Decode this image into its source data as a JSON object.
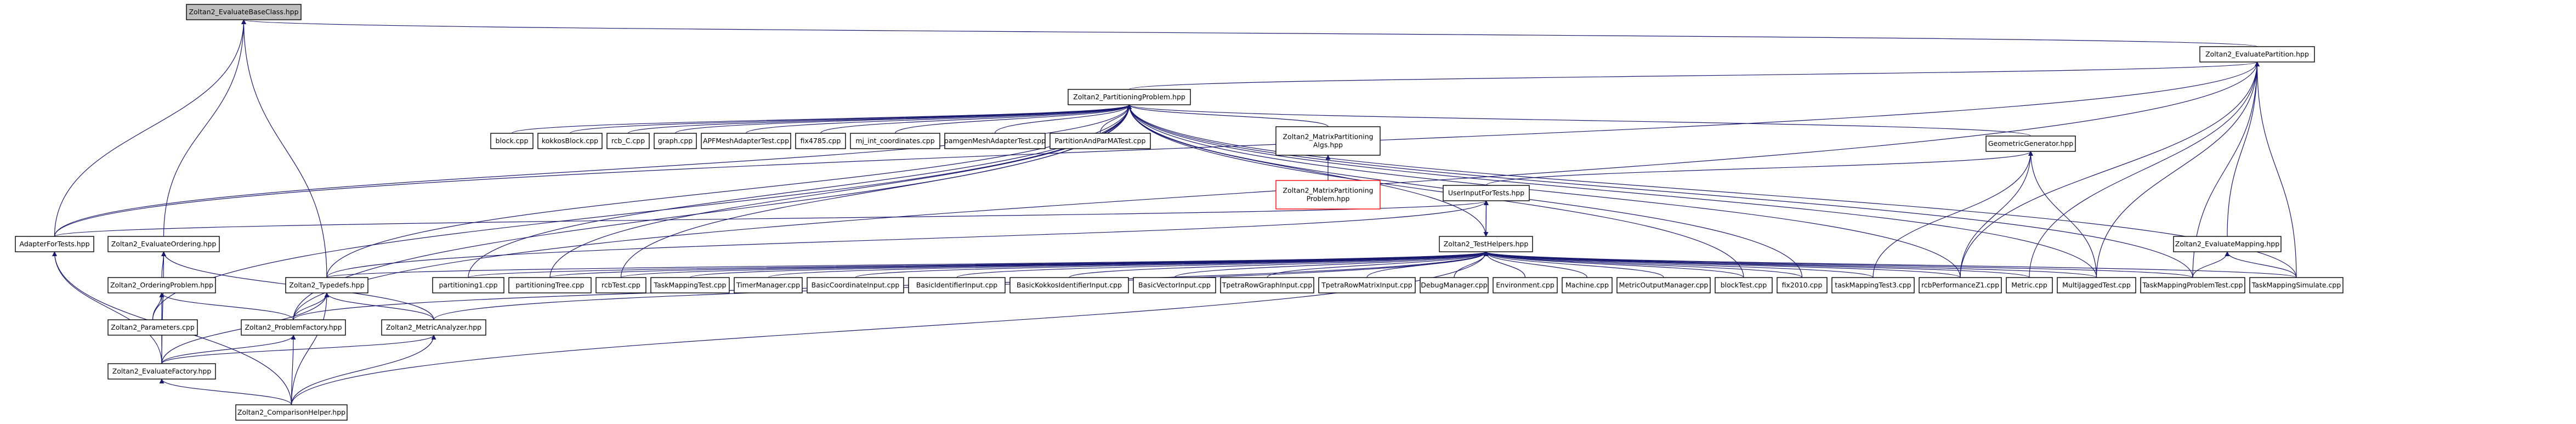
{
  "colors": {
    "edge": "#191970",
    "root_fill": "#bfbfbf",
    "node_fill": "#ffffff",
    "node_stroke": "#000000",
    "undocumented_stroke": "#ff0000"
  },
  "nodes": [
    {
      "id": "evalBase",
      "label": "Zoltan2_EvaluateBaseClass.hpp"
    },
    {
      "id": "evalPartition",
      "label": "Zoltan2_EvaluatePartition.hpp"
    },
    {
      "id": "partProblem",
      "label": "Zoltan2_PartitioningProblem.hpp"
    },
    {
      "id": "block",
      "label": "block.cpp"
    },
    {
      "id": "kokkosBlock",
      "label": "kokkosBlock.cpp"
    },
    {
      "id": "rcbC",
      "label": "rcb_C.cpp"
    },
    {
      "id": "graph",
      "label": "graph.cpp"
    },
    {
      "id": "apf",
      "label": "APFMeshAdapterTest.cpp"
    },
    {
      "id": "fix4785",
      "label": "fix4785.cpp"
    },
    {
      "id": "mjInt",
      "label": "mj_int_coordinates.cpp"
    },
    {
      "id": "pamgen",
      "label": "pamgenMeshAdapterTest.cpp"
    },
    {
      "id": "parma",
      "label": "PartitionAndParMATest.cpp"
    },
    {
      "id": "matrixAlgs",
      "label": "Zoltan2_MatrixPartitioning Algs.hpp",
      "lines": [
        "Zoltan2_MatrixPartitioning",
        "Algs.hpp"
      ]
    },
    {
      "id": "matrixProblem",
      "label": "Zoltan2_MatrixPartitioning Problem.hpp",
      "lines": [
        "Zoltan2_MatrixPartitioning",
        "Problem.hpp"
      ]
    },
    {
      "id": "geomGen",
      "label": "GeometricGenerator.hpp"
    },
    {
      "id": "userInput",
      "label": "UserInputForTests.hpp"
    },
    {
      "id": "testHelpers",
      "label": "Zoltan2_TestHelpers.hpp"
    },
    {
      "id": "adapterForTests",
      "label": "AdapterForTests.hpp"
    },
    {
      "id": "evalOrdering",
      "label": "Zoltan2_EvaluateOrdering.hpp"
    },
    {
      "id": "typedefs",
      "label": "Zoltan2_Typedefs.hpp"
    },
    {
      "id": "partitioning1",
      "label": "partitioning1.cpp"
    },
    {
      "id": "partitioningTree",
      "label": "partitioningTree.cpp"
    },
    {
      "id": "rcbTest",
      "label": "rcbTest.cpp"
    },
    {
      "id": "taskMappingTest",
      "label": "TaskMappingTest.cpp"
    },
    {
      "id": "timerManager",
      "label": "TimerManager.cpp"
    },
    {
      "id": "basicCoord",
      "label": "BasicCoordinateInput.cpp"
    },
    {
      "id": "basicIdent",
      "label": "BasicIdentifierInput.cpp"
    },
    {
      "id": "basicKokkosIdent",
      "label": "BasicKokkosIdentifierInput.cpp"
    },
    {
      "id": "basicVector",
      "label": "BasicVectorInput.cpp"
    },
    {
      "id": "tpetraGraph",
      "label": "TpetraRowGraphInput.cpp"
    },
    {
      "id": "tpetraMatrix",
      "label": "TpetraRowMatrixInput.cpp"
    },
    {
      "id": "debugManager",
      "label": "DebugManager.cpp"
    },
    {
      "id": "environment",
      "label": "Environment.cpp"
    },
    {
      "id": "machine",
      "label": "Machine.cpp"
    },
    {
      "id": "metricOutput",
      "label": "MetricOutputManager.cpp"
    },
    {
      "id": "blockTest",
      "label": "blockTest.cpp"
    },
    {
      "id": "fix2010",
      "label": "fix2010.cpp"
    },
    {
      "id": "taskMappingTest3",
      "label": "taskMappingTest3.cpp"
    },
    {
      "id": "rcbPerf",
      "label": "rcbPerformanceZ1.cpp"
    },
    {
      "id": "metric",
      "label": "Metric.cpp"
    },
    {
      "id": "multiJagged",
      "label": "MultiJaggedTest.cpp"
    },
    {
      "id": "evalMapping",
      "label": "Zoltan2_EvaluateMapping.hpp"
    },
    {
      "id": "taskMappingProblem",
      "label": "TaskMappingProblemTest.cpp"
    },
    {
      "id": "taskMappingSim",
      "label": "TaskMappingSimulate.cpp"
    },
    {
      "id": "orderingProblem",
      "label": "Zoltan2_OrderingProblem.hpp"
    },
    {
      "id": "parameters",
      "label": "Zoltan2_Parameters.cpp"
    },
    {
      "id": "problemFactory",
      "label": "Zoltan2_ProblemFactory.hpp"
    },
    {
      "id": "metricAnalyzer",
      "label": "Zoltan2_MetricAnalyzer.hpp"
    },
    {
      "id": "evalFactory",
      "label": "Zoltan2_EvaluateFactory.hpp"
    },
    {
      "id": "comparisonHelper",
      "label": "Zoltan2_ComparisonHelper.hpp"
    }
  ],
  "edges": [
    [
      "evalPartition",
      "evalBase"
    ],
    [
      "evalOrdering",
      "evalBase"
    ],
    [
      "typedefs",
      "evalBase"
    ],
    [
      "adapterForTests",
      "evalBase"
    ],
    [
      "partProblem",
      "evalPartition"
    ],
    [
      "adapterForTests",
      "evalPartition"
    ],
    [
      "rcbPerf",
      "evalPartition"
    ],
    [
      "metric",
      "evalPartition"
    ],
    [
      "multiJagged",
      "evalPartition"
    ],
    [
      "evalMapping",
      "evalPartition"
    ],
    [
      "taskMappingProblem",
      "evalPartition"
    ],
    [
      "taskMappingSim",
      "evalPartition"
    ],
    [
      "problemFactory",
      "evalPartition"
    ],
    [
      "adapterForTests",
      "partProblem"
    ],
    [
      "block",
      "partProblem"
    ],
    [
      "kokkosBlock",
      "partProblem"
    ],
    [
      "rcbC",
      "partProblem"
    ],
    [
      "graph",
      "partProblem"
    ],
    [
      "apf",
      "partProblem"
    ],
    [
      "fix4785",
      "partProblem"
    ],
    [
      "mjInt",
      "partProblem"
    ],
    [
      "pamgen",
      "partProblem"
    ],
    [
      "parma",
      "partProblem"
    ],
    [
      "matrixAlgs",
      "partProblem"
    ],
    [
      "geomGen",
      "partProblem"
    ],
    [
      "testHelpers",
      "partProblem"
    ],
    [
      "typedefs",
      "partProblem"
    ],
    [
      "partitioning1",
      "partProblem"
    ],
    [
      "partitioningTree",
      "partProblem"
    ],
    [
      "rcbTest",
      "partProblem"
    ],
    [
      "blockTest",
      "partProblem"
    ],
    [
      "fix2010",
      "partProblem"
    ],
    [
      "rcbPerf",
      "partProblem"
    ],
    [
      "multiJagged",
      "partProblem"
    ],
    [
      "taskMappingProblem",
      "partProblem"
    ],
    [
      "taskMappingSim",
      "partProblem"
    ],
    [
      "parameters",
      "partProblem"
    ],
    [
      "problemFactory",
      "partProblem"
    ],
    [
      "matrixProblem",
      "matrixAlgs"
    ],
    [
      "userInput",
      "geomGen"
    ],
    [
      "taskMappingTest3",
      "geomGen"
    ],
    [
      "rcbPerf",
      "geomGen"
    ],
    [
      "multiJagged",
      "geomGen"
    ],
    [
      "adapterForTests",
      "userInput"
    ],
    [
      "testHelpers",
      "userInput"
    ],
    [
      "typedefs",
      "userInput"
    ],
    [
      "userInput",
      "testHelpers"
    ],
    [
      "typedefs",
      "testHelpers"
    ],
    [
      "partitioning1",
      "testHelpers"
    ],
    [
      "partitioningTree",
      "testHelpers"
    ],
    [
      "rcbTest",
      "testHelpers"
    ],
    [
      "taskMappingTest",
      "testHelpers"
    ],
    [
      "timerManager",
      "testHelpers"
    ],
    [
      "basicCoord",
      "testHelpers"
    ],
    [
      "basicIdent",
      "testHelpers"
    ],
    [
      "basicKokkosIdent",
      "testHelpers"
    ],
    [
      "basicVector",
      "testHelpers"
    ],
    [
      "tpetraGraph",
      "testHelpers"
    ],
    [
      "tpetraMatrix",
      "testHelpers"
    ],
    [
      "debugManager",
      "testHelpers"
    ],
    [
      "environment",
      "testHelpers"
    ],
    [
      "machine",
      "testHelpers"
    ],
    [
      "metricOutput",
      "testHelpers"
    ],
    [
      "blockTest",
      "testHelpers"
    ],
    [
      "fix2010",
      "testHelpers"
    ],
    [
      "taskMappingTest3",
      "testHelpers"
    ],
    [
      "rcbPerf",
      "testHelpers"
    ],
    [
      "metric",
      "testHelpers"
    ],
    [
      "multiJagged",
      "testHelpers"
    ],
    [
      "taskMappingProblem",
      "testHelpers"
    ],
    [
      "taskMappingSim",
      "testHelpers"
    ],
    [
      "problemFactory",
      "testHelpers"
    ],
    [
      "metricAnalyzer",
      "testHelpers"
    ],
    [
      "comparisonHelper",
      "testHelpers"
    ],
    [
      "taskMappingProblem",
      "evalMapping"
    ],
    [
      "taskMappingSim",
      "evalMapping"
    ],
    [
      "evalFactory",
      "adapterForTests"
    ],
    [
      "comparisonHelper",
      "adapterForTests"
    ],
    [
      "orderingProblem",
      "evalOrdering"
    ],
    [
      "metricAnalyzer",
      "evalOrdering"
    ],
    [
      "evalFactory",
      "evalOrdering"
    ],
    [
      "parameters",
      "orderingProblem"
    ],
    [
      "problemFactory",
      "orderingProblem"
    ],
    [
      "evalFactory",
      "orderingProblem"
    ],
    [
      "problemFactory",
      "typedefs"
    ],
    [
      "metricAnalyzer",
      "typedefs"
    ],
    [
      "evalFactory",
      "typedefs"
    ],
    [
      "comparisonHelper",
      "typedefs"
    ],
    [
      "evalFactory",
      "problemFactory"
    ],
    [
      "comparisonHelper",
      "problemFactory"
    ],
    [
      "evalFactory",
      "metricAnalyzer"
    ],
    [
      "comparisonHelper",
      "metricAnalyzer"
    ],
    [
      "comparisonHelper",
      "evalFactory"
    ]
  ]
}
